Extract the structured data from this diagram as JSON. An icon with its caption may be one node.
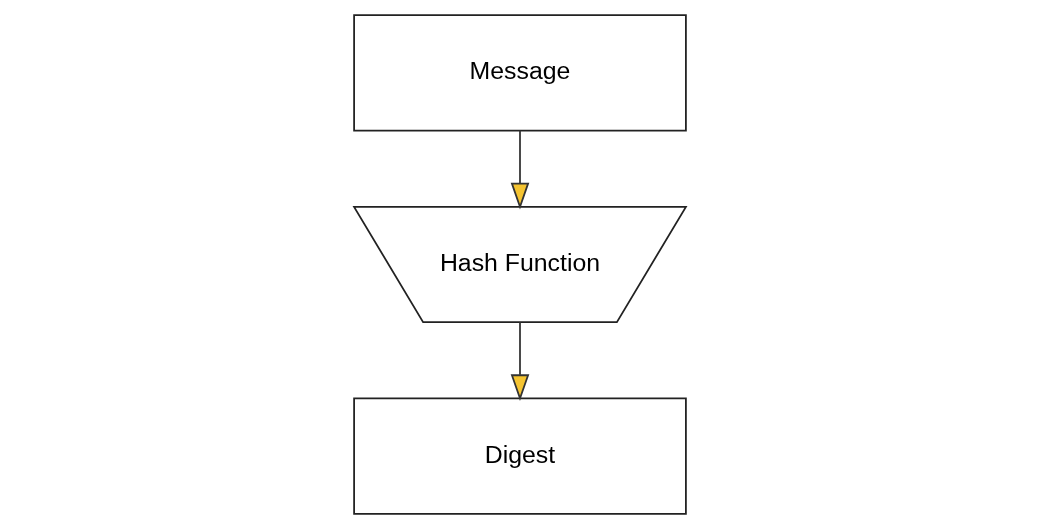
{
  "diagram": {
    "nodes": [
      {
        "text": [
          "Message"
        ]
      },
      {
        "text": [
          "Hash Function"
        ]
      },
      {
        "text": [
          "Digest"
        ]
      }
    ],
    "edges": [
      {
        "from": 0,
        "to": 1,
        "arrow": "to"
      },
      {
        "from": 1,
        "to": 2,
        "arrow": "to"
      }
    ]
  }
}
